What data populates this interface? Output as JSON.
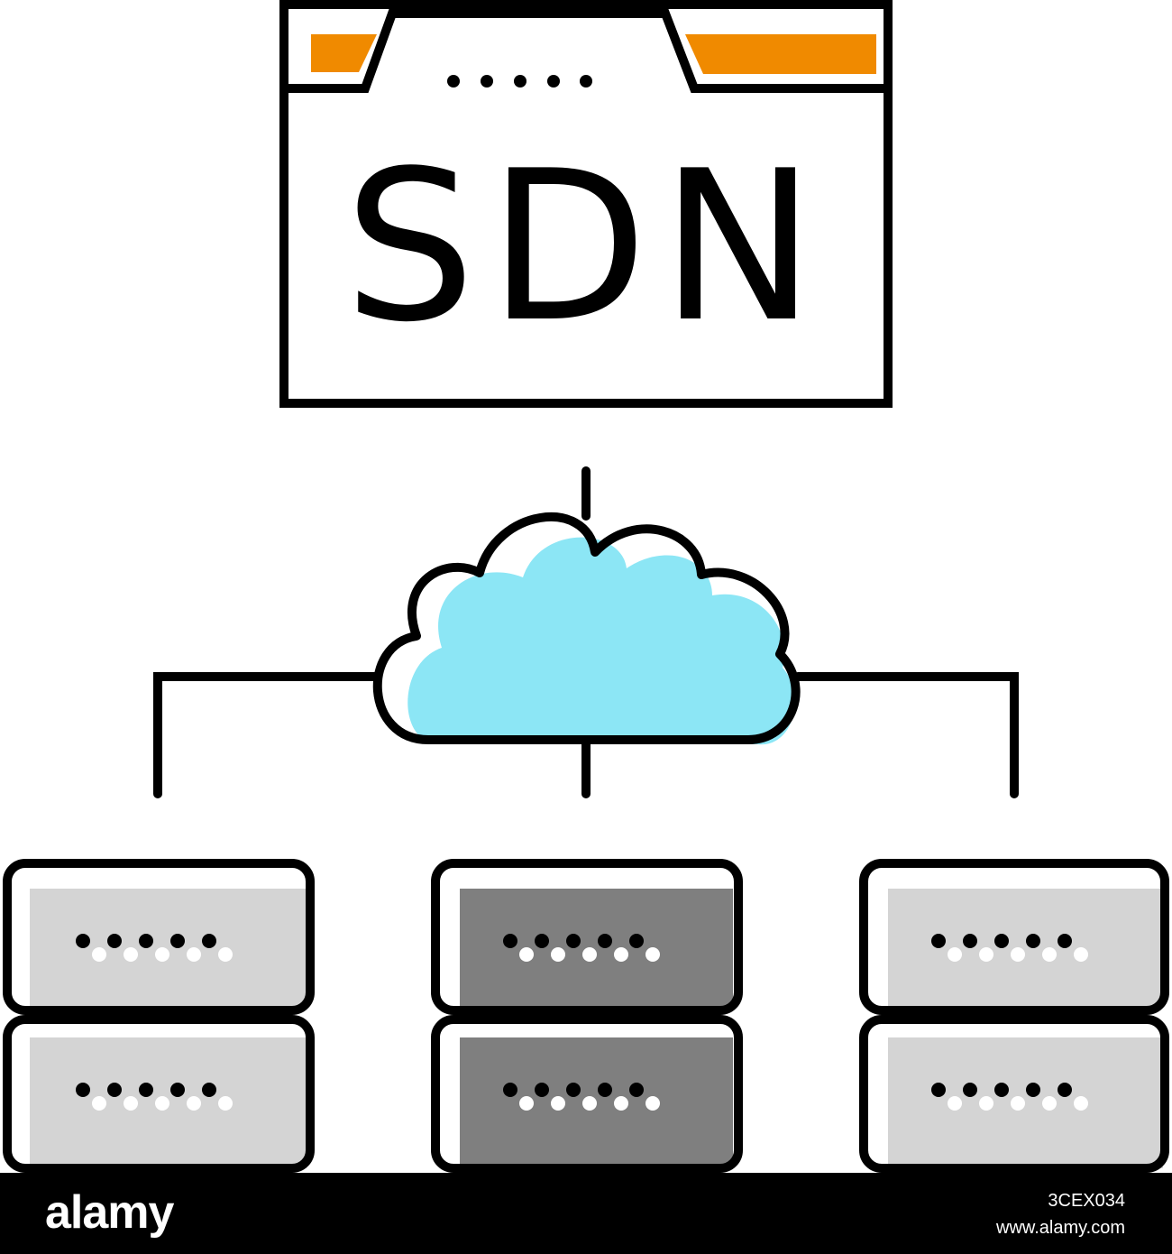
{
  "label": "SDN",
  "footer": {
    "logo": "alamy",
    "image_id": "3CEX034",
    "url": "www.alamy.com"
  },
  "colors": {
    "accent": "#F08A00",
    "cloud": "#8CE6F5",
    "server_light": "#D4D4D4",
    "server_dark": "#7F7F7F",
    "stroke": "#000000"
  },
  "icons": [
    "browser-window-icon",
    "cloud-icon",
    "server-rack-icon"
  ]
}
